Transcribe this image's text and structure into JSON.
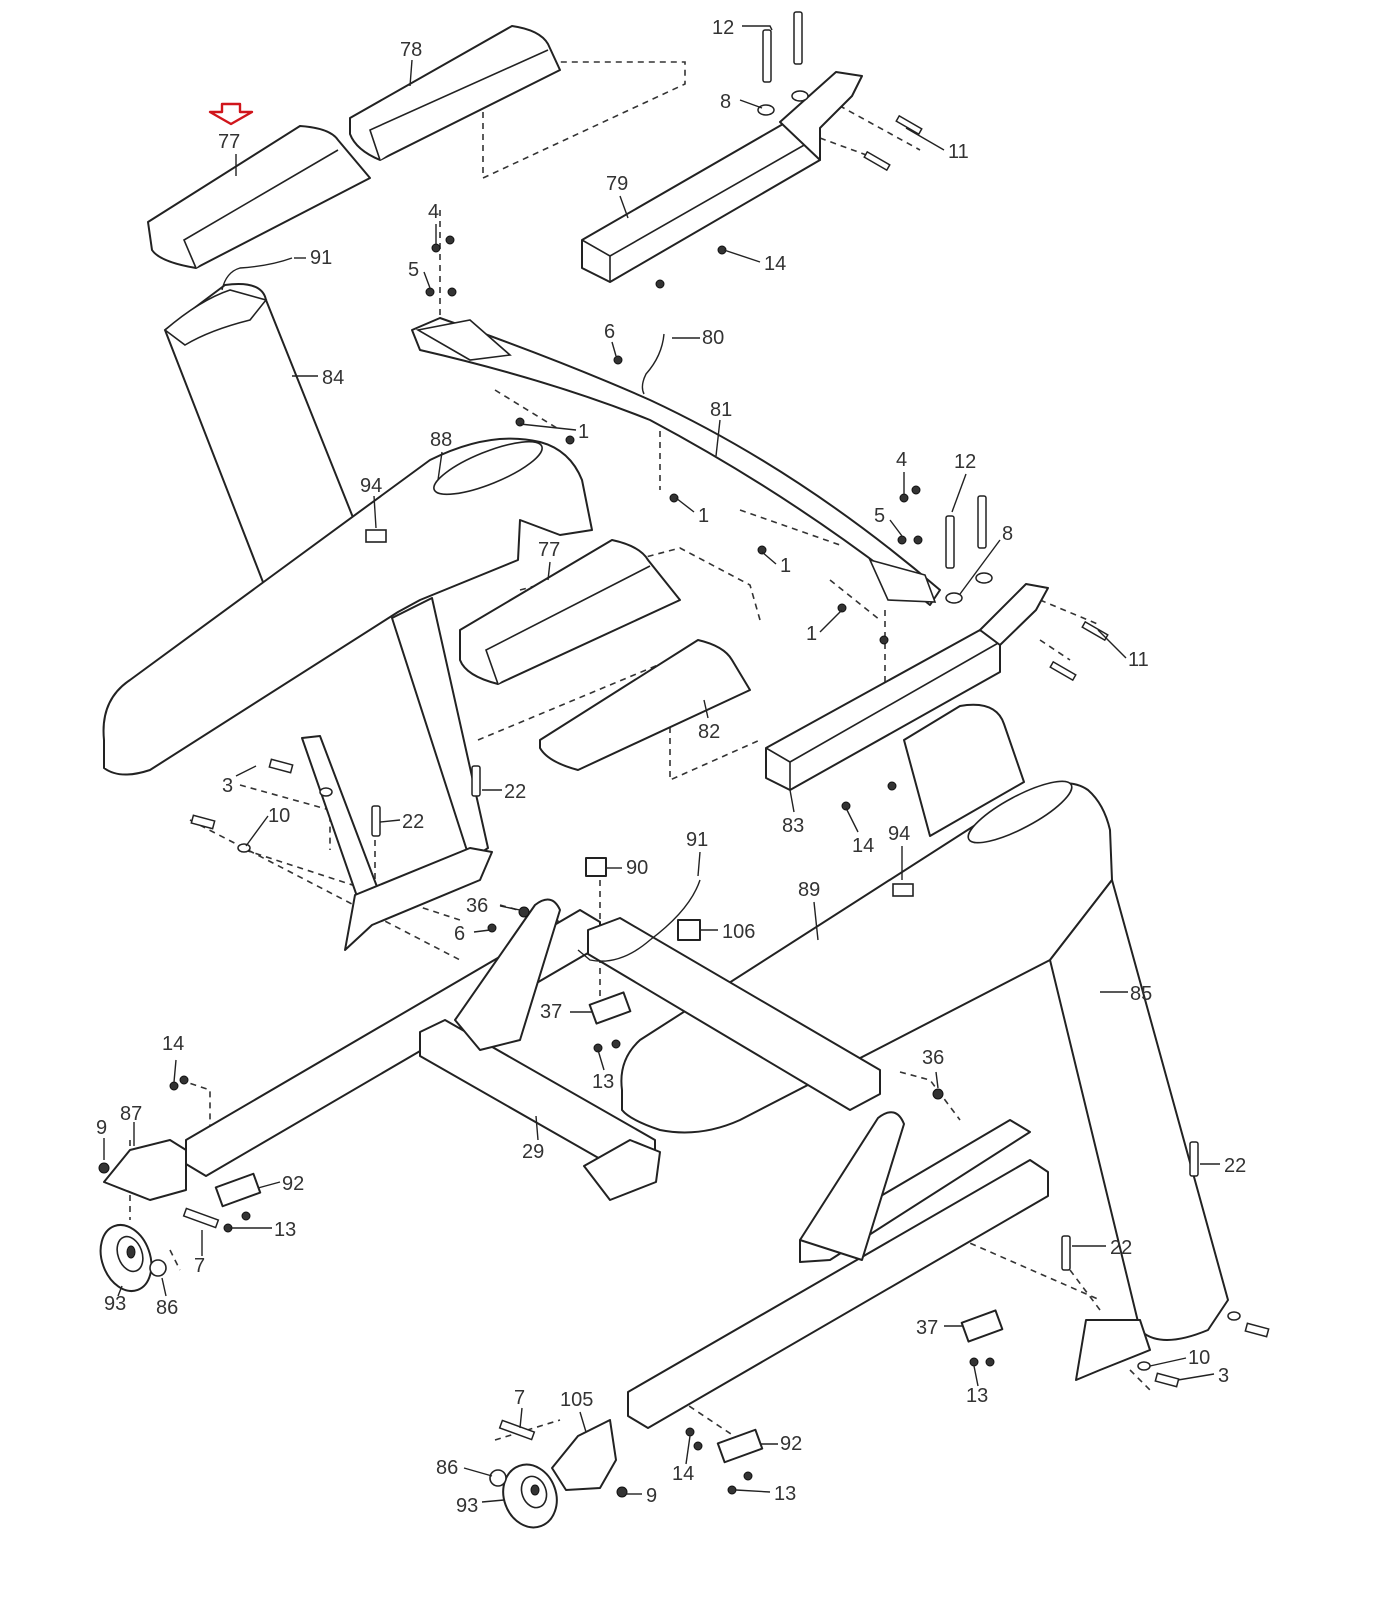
{
  "diagram": {
    "highlight_color": "#d0151b",
    "highlight_icon": "down-arrow-outline",
    "highlighted_callout": "77",
    "callouts": [
      "77",
      "78",
      "12",
      "8",
      "11",
      "79",
      "14",
      "91",
      "4",
      "5",
      "6",
      "80",
      "84",
      "81",
      "1",
      "88",
      "94",
      "77",
      "1",
      "4",
      "12",
      "5",
      "8",
      "1",
      "1",
      "11",
      "82",
      "22",
      "3",
      "10",
      "22",
      "83",
      "14",
      "94",
      "91",
      "90",
      "106",
      "89",
      "36",
      "6",
      "37",
      "13",
      "85",
      "14",
      "36",
      "87",
      "9",
      "29",
      "92",
      "22",
      "13",
      "7",
      "22",
      "93",
      "86",
      "37",
      "10",
      "3",
      "13",
      "7",
      "105",
      "92",
      "86",
      "14",
      "13",
      "93",
      "9"
    ]
  }
}
